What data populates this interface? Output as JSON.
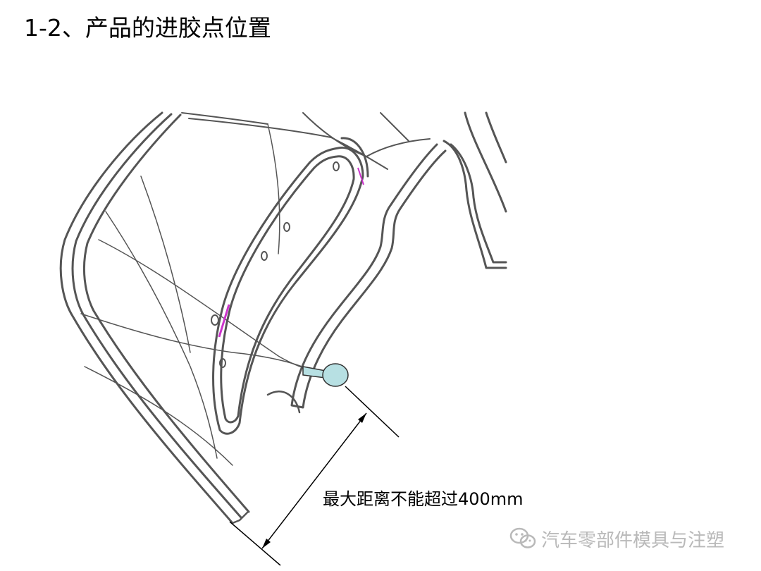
{
  "slide": {
    "title": "1-2、产品的进胶点位置"
  },
  "diagram": {
    "dimension_label": "最大距离不能超过400mm",
    "gate_color": "#b7e0e3",
    "line_color": "#555555",
    "highlight_color": "#cc33cc"
  },
  "watermark": {
    "text": "汽车零部件模具与注塑",
    "icon": "wechat-icon"
  }
}
